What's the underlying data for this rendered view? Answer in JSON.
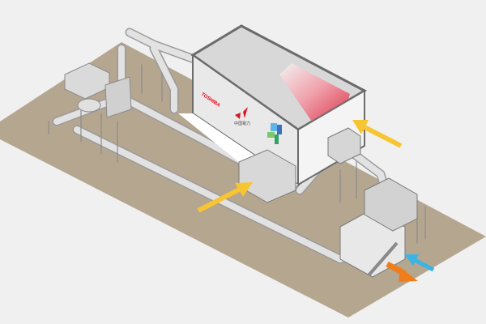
{
  "logos": {
    "toshiba": "TOSHIBA",
    "chugoku": "中国電力"
  },
  "colors": {
    "background": "#f0f0f0",
    "ground": "#b5a690",
    "building": "#e6e6e6",
    "building_edge": "#6b6b6b",
    "pipe": "#dcdcdc",
    "arrow_yellow": "#f7c531",
    "arrow_orange": "#ef7d1a",
    "arrow_blue": "#3bb4e5",
    "fuel": "#e86a7a"
  },
  "icons": [
    "inflow-arrow-yellow",
    "inflow-arrow-yellow",
    "outflow-arrow-orange",
    "inflow-arrow-blue"
  ]
}
